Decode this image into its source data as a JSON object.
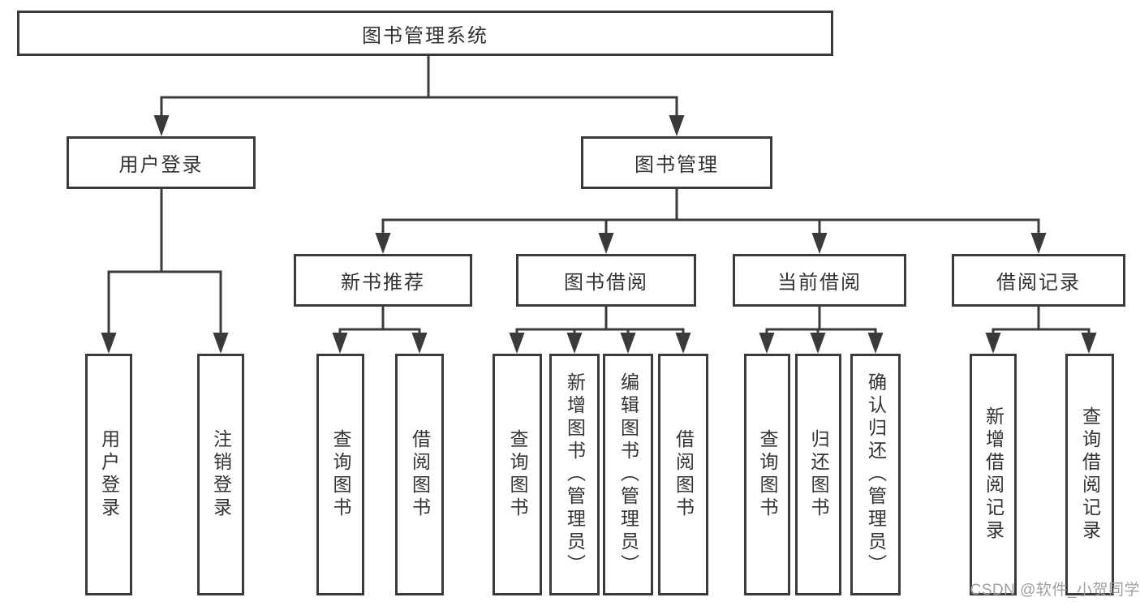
{
  "colors": {
    "line": "#3a3a3a",
    "text": "#333333",
    "node_background": "#ffffff",
    "watermark": "#a0a0a0",
    "page_background": "#ffffff"
  },
  "watermark": {
    "text": "CSDN @软件_小贺同学"
  },
  "tree": {
    "root": {
      "label": "图书管理系统"
    },
    "branches": [
      {
        "label": "用户登录",
        "children": [
          {
            "label": "用户登录"
          },
          {
            "label": "注销登录"
          }
        ]
      },
      {
        "label": "图书管理",
        "children": [
          {
            "label": "新书推荐",
            "children": [
              {
                "label": "查询图书"
              },
              {
                "label": "借阅图书"
              }
            ]
          },
          {
            "label": "图书借阅",
            "children": [
              {
                "label": "查询图书"
              },
              {
                "label": "新增图书（管理员）"
              },
              {
                "label": "编辑图书（管理员）"
              },
              {
                "label": "借阅图书"
              }
            ]
          },
          {
            "label": "当前借阅",
            "children": [
              {
                "label": "查询图书"
              },
              {
                "label": "归还图书"
              },
              {
                "label": "确认归还（管理员）"
              }
            ]
          },
          {
            "label": "借阅记录",
            "children": [
              {
                "label": "新增借阅记录"
              },
              {
                "label": "查询借阅记录"
              }
            ]
          }
        ]
      }
    ]
  }
}
